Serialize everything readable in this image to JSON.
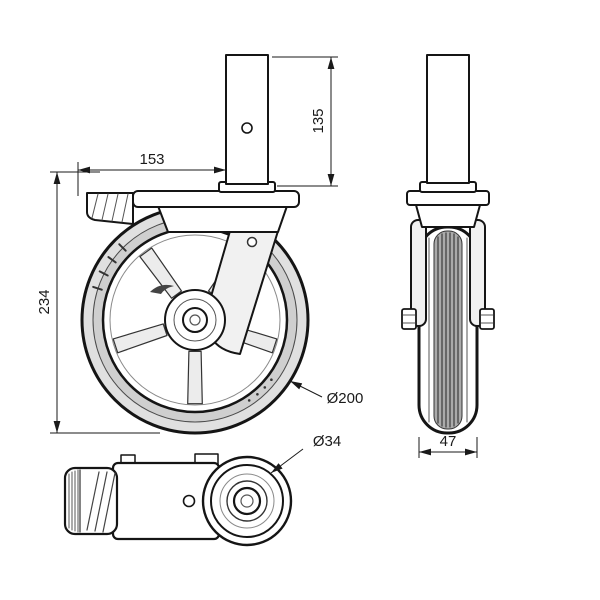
{
  "drawing": {
    "background": "#ffffff",
    "line_color": "#1a1a1a",
    "dimensions": {
      "horizontal_offset": "153",
      "stem_height": "135",
      "overall_height": "234",
      "wheel_diameter": "Ø200",
      "wheel_width": "47",
      "stem_diameter": "Ø34"
    }
  }
}
